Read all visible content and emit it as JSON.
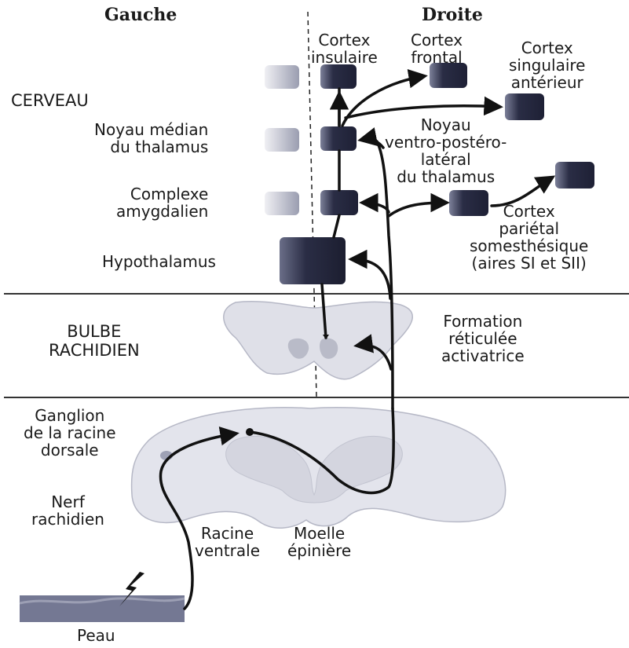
{
  "headers": {
    "left": "Gauche",
    "right": "Droite"
  },
  "sections": {
    "brain": "CERVEAU",
    "medulla_line1": "BULBE",
    "medulla_line2": "RACHIDIEN"
  },
  "structures": {
    "cortex_insulaire": [
      "Cortex",
      "insulaire"
    ],
    "cortex_frontal": [
      "Cortex",
      "frontal"
    ],
    "cortex_cingulaire": [
      "Cortex",
      "singulaire",
      "antérieur"
    ],
    "noyau_median": [
      "Noyau médian",
      "du thalamus"
    ],
    "noyau_vpl": [
      "Noyau",
      "ventro-postéro-",
      "latéral",
      "du thalamus"
    ],
    "complexe_amygdalien": [
      "Complexe",
      "amygdalien"
    ],
    "cortex_parietal": [
      "Cortex",
      "pariétal",
      "somesthésique",
      "(aires SI et SII)"
    ],
    "hypothalamus": "Hypothalamus",
    "formation_reticulee": [
      "Formation",
      "réticulée",
      "activatrice"
    ],
    "ganglion": [
      "Ganglion",
      "de la racine",
      "dorsale"
    ],
    "nerf": [
      "Nerf",
      "rachidien"
    ],
    "racine_ventrale": [
      "Racine",
      "ventrale"
    ],
    "moelle": [
      "Moelle",
      "épinière"
    ],
    "peau": "Peau"
  },
  "colors": {
    "node_dark": "#2a2d45",
    "node_light": "#c8cad6",
    "tissue": "#e3e4ec",
    "skin": "#6f7490"
  }
}
